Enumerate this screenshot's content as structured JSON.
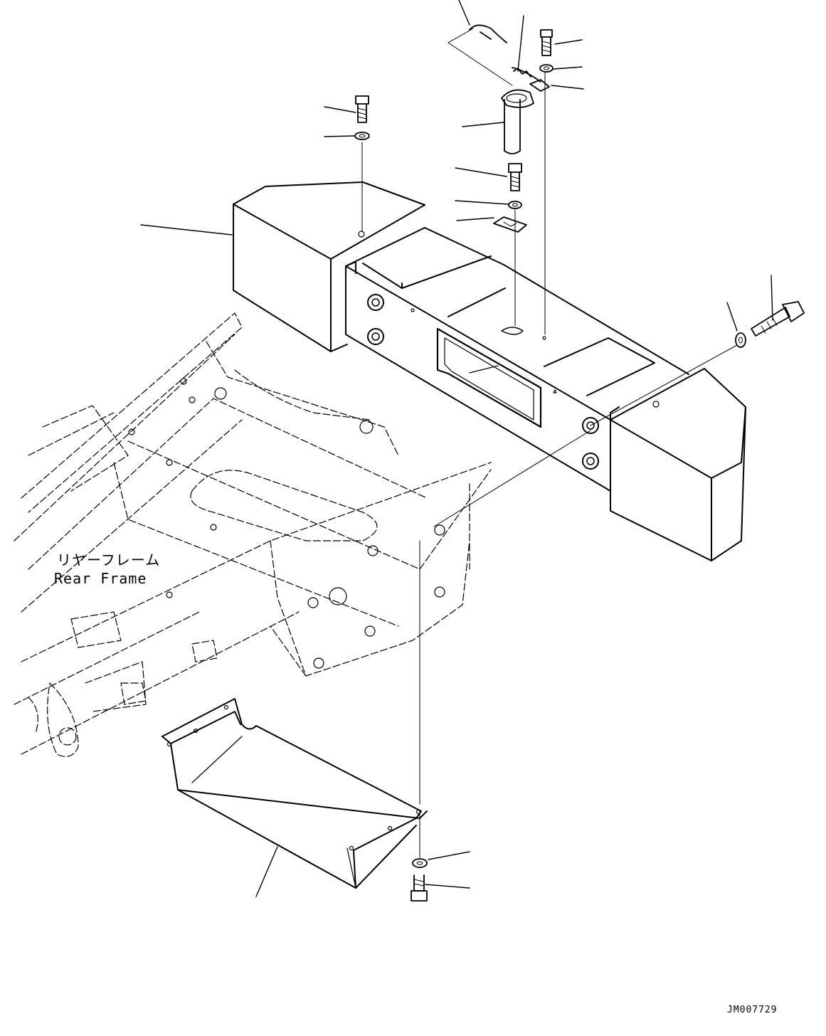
{
  "labels": {
    "rear_frame_jp": "リヤーフレーム",
    "rear_frame_en": "Rear Frame",
    "drawing_code": "JM007729"
  },
  "colors": {
    "line": "#000000",
    "background": "#ffffff"
  }
}
